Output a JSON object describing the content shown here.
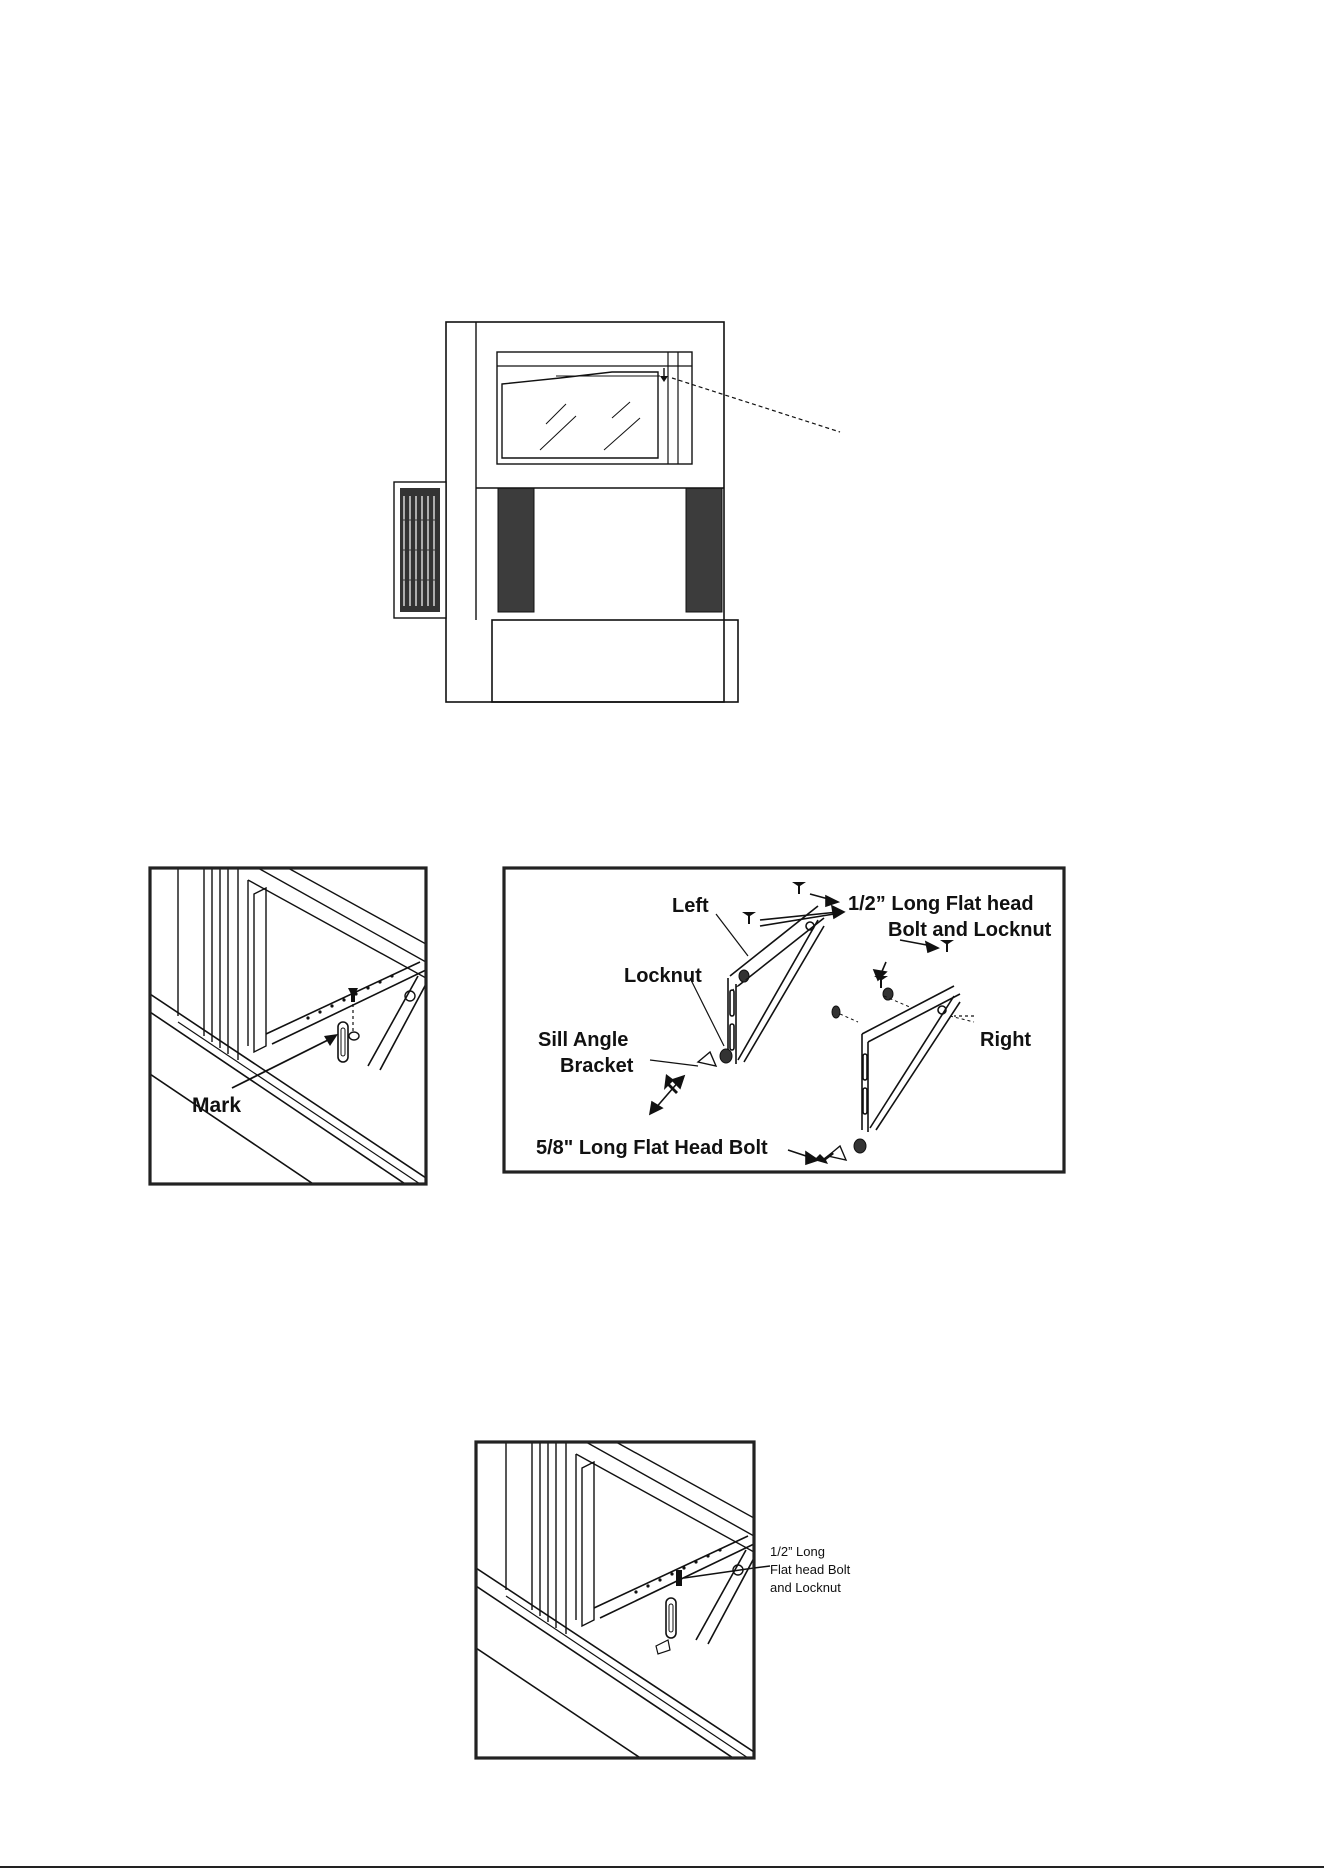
{
  "figure2": {
    "labels": {
      "left": "Left",
      "bolt_half_line1": "1/2” Long Flat head",
      "bolt_half_line2": "Bolt and Locknut",
      "locknut": "Locknut",
      "sill_line1": "Sill Angle",
      "sill_line2": "Bracket",
      "right": "Right",
      "bolt_58": "5/8\" Long Flat Head Bolt"
    }
  },
  "figure1": {
    "labels": {
      "mark": "Mark"
    }
  },
  "figure3": {
    "labels": {
      "line1": "1/2” Long",
      "line2": "Flat head Bolt",
      "line3": "and Locknut"
    }
  },
  "colors": {
    "ink": "#111111",
    "block": "#3c3c3c",
    "line": "#222222"
  }
}
